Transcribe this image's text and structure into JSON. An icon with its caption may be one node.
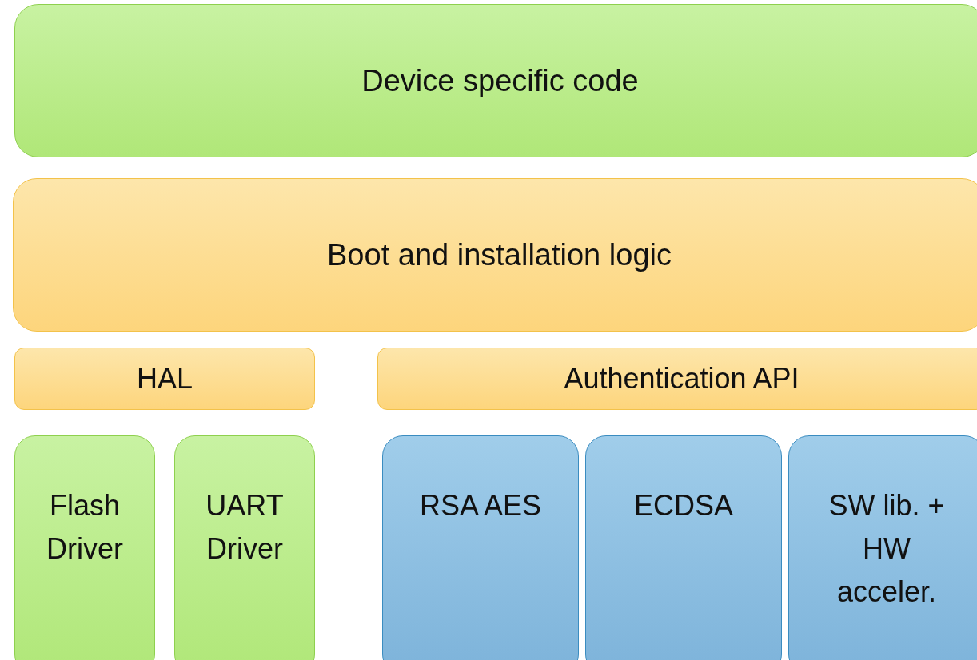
{
  "diagram": {
    "nodes": [
      {
        "text": [
          "Device specific code"
        ]
      },
      {
        "text": [
          "Boot and installation logic"
        ]
      },
      {
        "text": [
          "HAL"
        ]
      },
      {
        "text": [
          "Authentication API"
        ]
      },
      {
        "text": [
          "Flash Driver"
        ]
      },
      {
        "text": [
          "UART Driver"
        ]
      },
      {
        "text": [
          "RSA AES"
        ]
      },
      {
        "text": [
          "ECDSA"
        ]
      },
      {
        "text": [
          "SW lib. + HW acceler."
        ]
      }
    ]
  }
}
